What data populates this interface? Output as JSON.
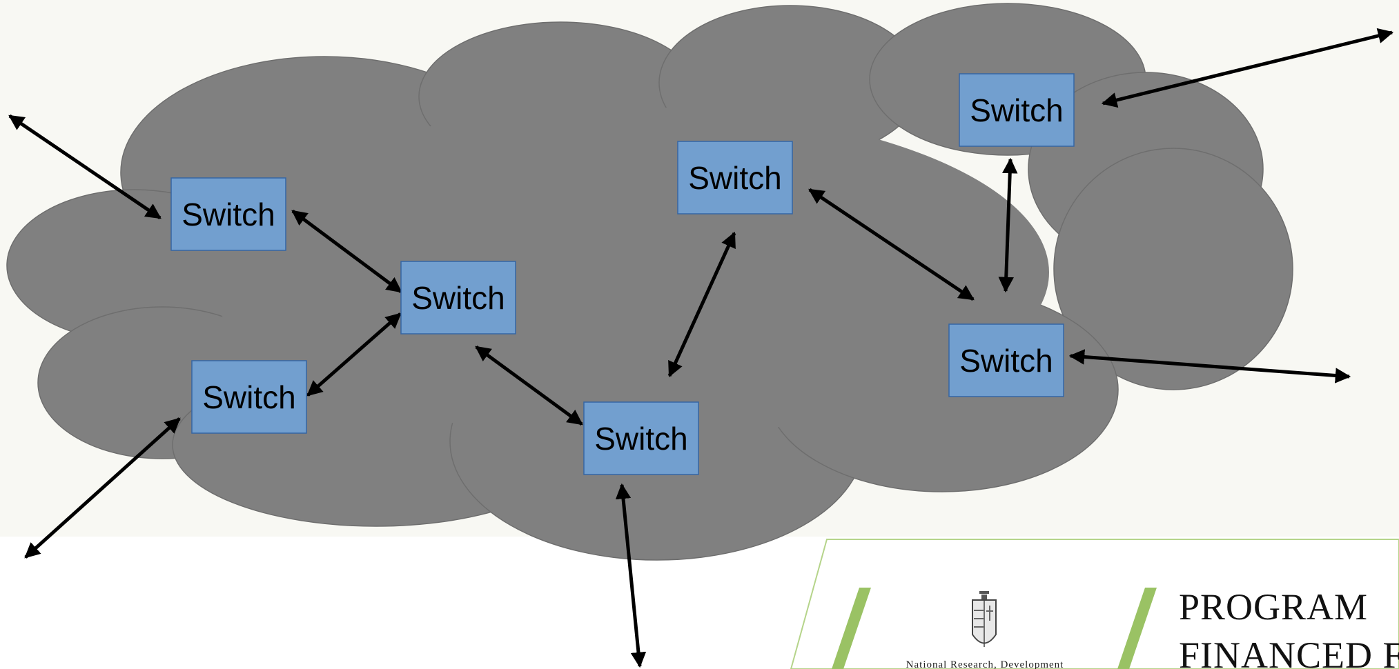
{
  "diagram": {
    "node_label": "Switch",
    "colors": {
      "background": "#f8f8f3",
      "cloud": "#808080",
      "switch_fill": "#729fcf",
      "switch_stroke": "#3465a4",
      "arrow": "#000000",
      "banner_stripe": "#9ac264",
      "banner_border": "#b5d48a"
    }
  },
  "banner": {
    "program_line1": "PROGRAM",
    "program_line2": "FINANCED FR",
    "agency_line": "National Research, Development"
  }
}
